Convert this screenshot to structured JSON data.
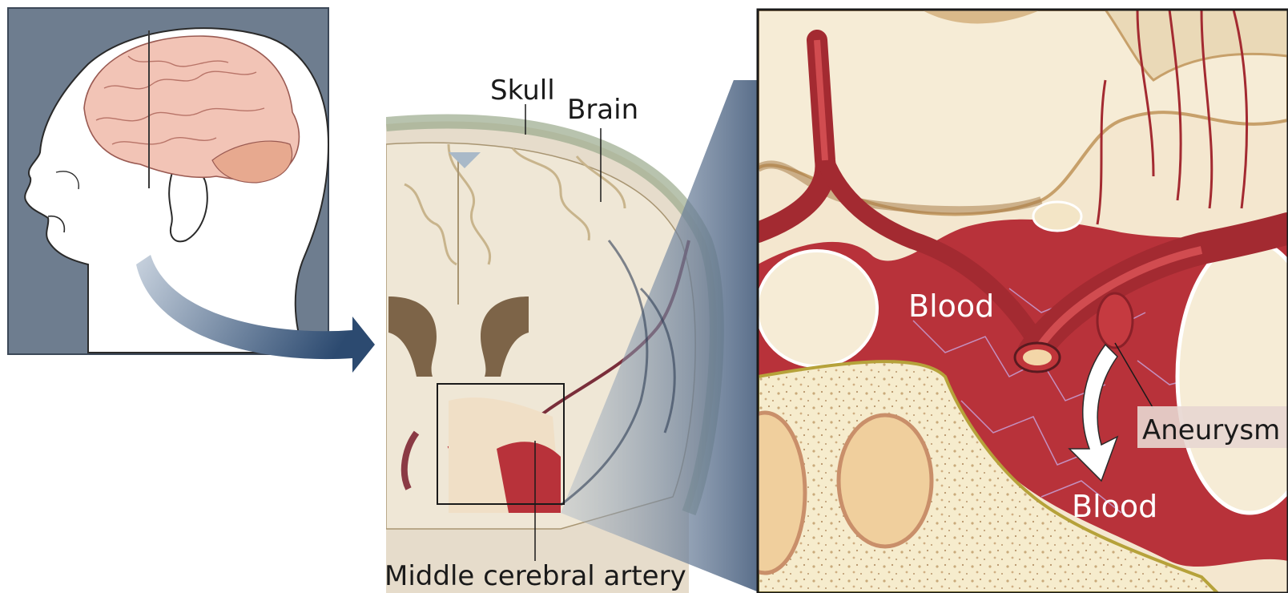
{
  "labels": {
    "skull": "Skull",
    "brain": "Brain",
    "middle_cerebral_artery": "Middle cerebral artery",
    "blood_upper": "Blood",
    "blood_lower": "Blood",
    "aneurysm": "Aneurysm"
  },
  "colors": {
    "slate": "#6e7d8f",
    "slate_dark": "#4a5a70",
    "brain_pink": "#f2c4b6",
    "brain_gray": "#ede4d2",
    "tan": "#d9b98a",
    "blood_red": "#b8323a",
    "artery_red": "#c0353a",
    "bone": "#f6eccd",
    "arrow_blue": "#2c4a70"
  }
}
